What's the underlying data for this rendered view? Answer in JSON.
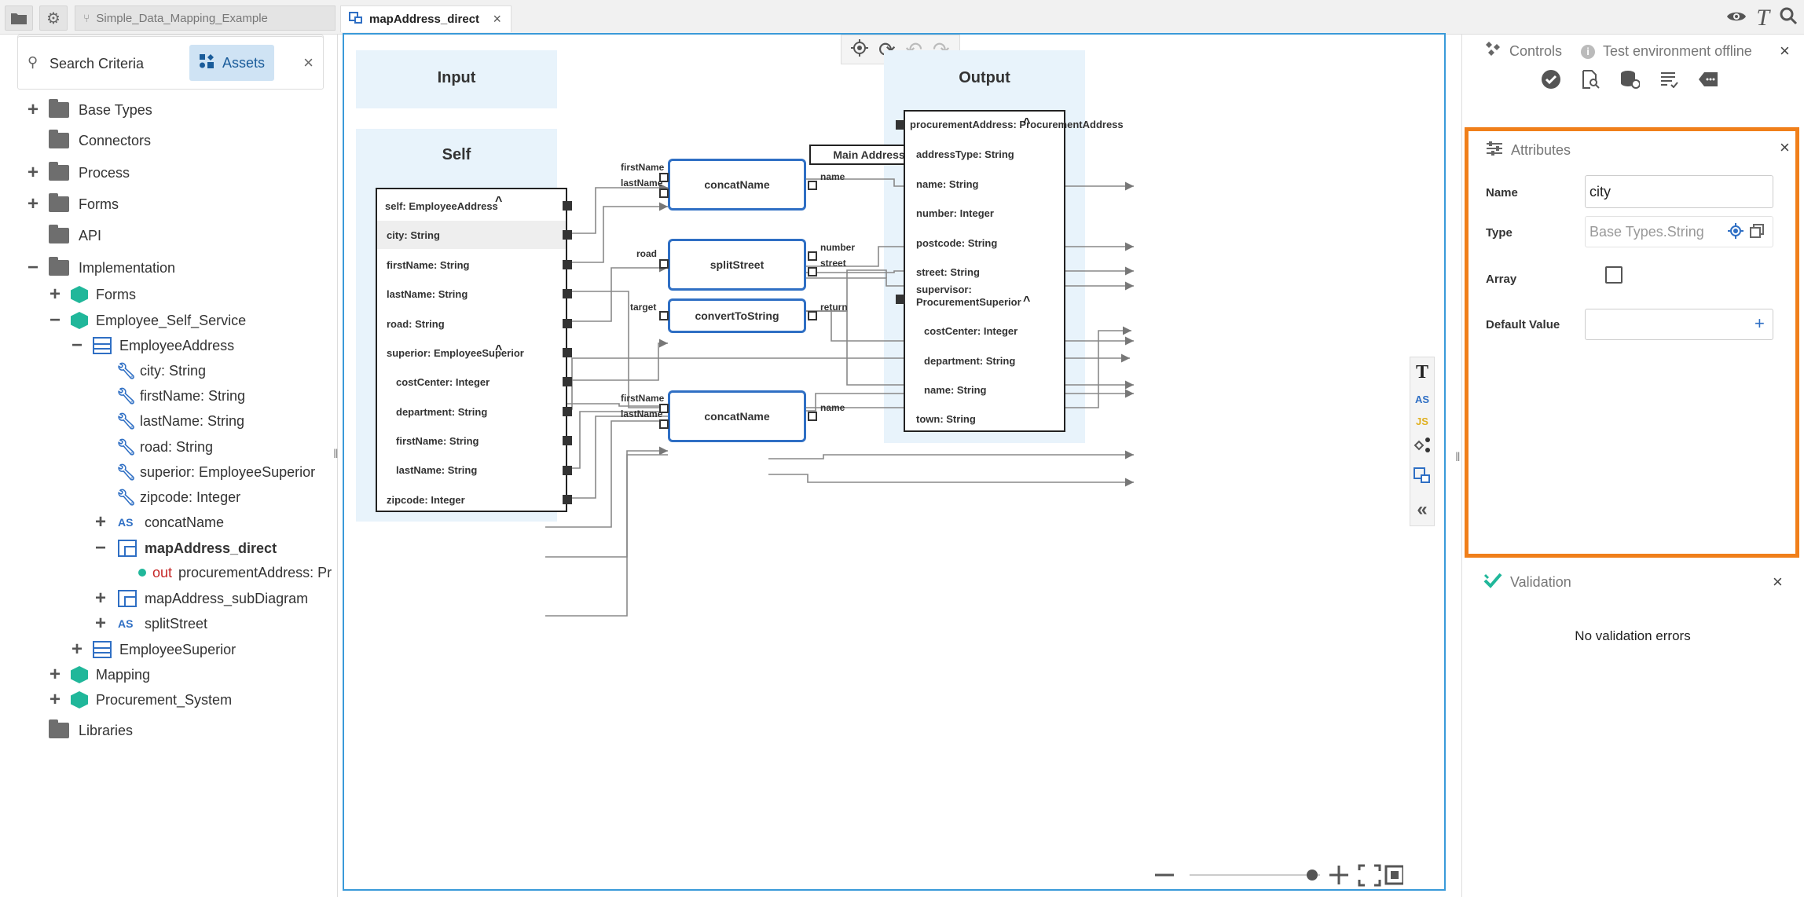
{
  "topbar": {
    "project_tab": "Simple_Data_Mapping_Example",
    "active_tab": "mapAddress_direct"
  },
  "search": {
    "placeholder": "Search Criteria",
    "assets_label": "Assets"
  },
  "tree": [
    {
      "label": "Base Types"
    },
    {
      "label": "Connectors"
    },
    {
      "label": "Process"
    },
    {
      "label": "Forms"
    },
    {
      "label": "API"
    },
    {
      "label": "Implementation"
    },
    {
      "label": "Forms"
    },
    {
      "label": "Employee_Self_Service"
    },
    {
      "label": "EmployeeAddress"
    },
    {
      "label": "city: String"
    },
    {
      "label": "firstName: String"
    },
    {
      "label": "lastName: String"
    },
    {
      "label": "road: String"
    },
    {
      "label": "superior: EmployeeSuperior"
    },
    {
      "label": "zipcode: Integer"
    },
    {
      "label": "concatName"
    },
    {
      "label": "mapAddress_direct"
    },
    {
      "label": "procurementAddress: Pr",
      "prefix": "out"
    },
    {
      "label": "mapAddress_subDiagram"
    },
    {
      "label": "splitStreet"
    },
    {
      "label": "EmployeeSuperior"
    },
    {
      "label": "Mapping"
    },
    {
      "label": "Procurement_System"
    },
    {
      "label": "Libraries"
    }
  ],
  "diagram": {
    "input_title": "Input",
    "self_title": "Self",
    "output_title": "Output",
    "self_rows": [
      "self: EmployeeAddress",
      "city: String",
      "firstName: String",
      "lastName: String",
      "road: String",
      "superior: EmployeeSuperior",
      "costCenter: Integer",
      "department: String",
      "firstName: String",
      "lastName: String",
      "zipcode: Integer"
    ],
    "output_rows": [
      "procurementAddress: ProcurementAddress",
      "addressType: String",
      "name: String",
      "number: Integer",
      "postcode: String",
      "street: String",
      "supervisor:",
      "ProcurementSuperior",
      "costCenter: Integer",
      "department: String",
      "name: String",
      "town: String"
    ],
    "functions": [
      "concatName",
      "splitStreet",
      "convertToString",
      "concatName"
    ],
    "port_labels": [
      "firstName",
      "lastName",
      "name",
      "road",
      "number",
      "street",
      "target",
      "return",
      "firstName",
      "lastName",
      "name"
    ],
    "constant": "Main Address"
  },
  "side_tools": {
    "text": "T",
    "as": "AS",
    "js": "JS"
  },
  "controls": {
    "title": "Controls",
    "env_status": "Test environment offline"
  },
  "attributes": {
    "title": "Attributes",
    "name_label": "Name",
    "name_value": "city",
    "type_label": "Type",
    "type_value": "Base Types.String",
    "array_label": "Array",
    "array_checked": false,
    "default_label": "Default Value",
    "default_value": ""
  },
  "validation": {
    "title": "Validation",
    "message": "No validation errors"
  },
  "colors": {
    "accent": "#3a9ad9",
    "highlight": "#f07f1a",
    "function_border": "#2f6fc4",
    "teal": "#20b79a"
  }
}
